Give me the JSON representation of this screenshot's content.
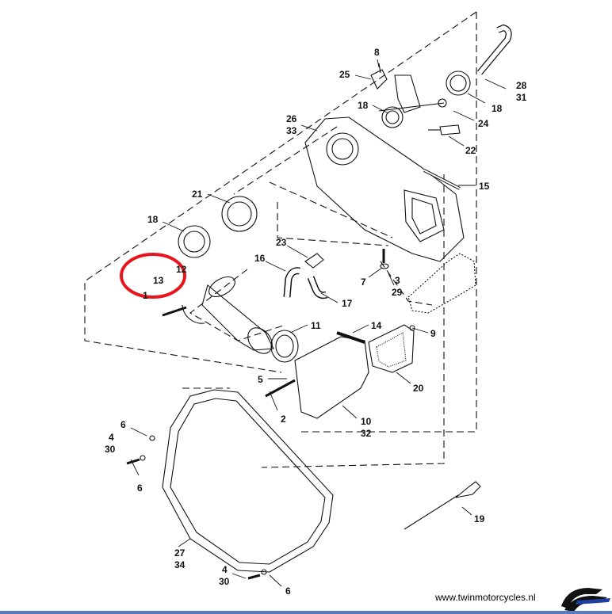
{
  "labels": {
    "l8": "8",
    "l25": "25",
    "l28": "28",
    "l31": "31",
    "l18a": "18",
    "l18b": "18",
    "l24": "24",
    "l26": "26",
    "l33": "33",
    "l22": "22",
    "l15": "15",
    "l21": "21",
    "l18c": "18",
    "l23": "23",
    "l16": "16",
    "l12": "12",
    "l13": "13",
    "l1": "1",
    "l7": "7",
    "l3": "3",
    "l29": "29",
    "l17": "17",
    "l11": "11",
    "l14": "14",
    "l9": "9",
    "l5": "5",
    "l2": "2",
    "l20": "20",
    "l10": "10",
    "l32": "32",
    "l6a": "6",
    "l4a": "4",
    "l30a": "30",
    "l6b": "6",
    "l27": "27",
    "l34": "34",
    "l19": "19",
    "l4b": "4",
    "l30b": "30",
    "l6c": "6"
  },
  "highlight": {
    "part": "13",
    "color": "#e8141b"
  },
  "website": "www.twinmotorcycles.nl",
  "colors": {
    "line": "#111111",
    "footer_bar": "#5a7bbd"
  }
}
